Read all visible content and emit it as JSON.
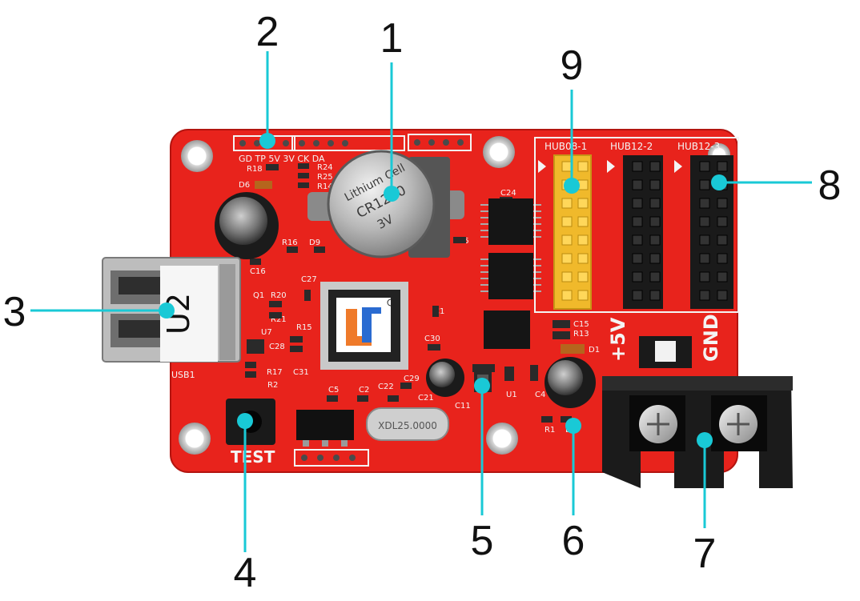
{
  "callouts": [
    {
      "number": "1"
    },
    {
      "number": "2"
    },
    {
      "number": "3"
    },
    {
      "number": "4"
    },
    {
      "number": "5"
    },
    {
      "number": "6"
    },
    {
      "number": "7"
    },
    {
      "number": "8"
    },
    {
      "number": "9"
    }
  ],
  "board": {
    "battery": {
      "line1": "Lithium Cell",
      "line2": "CR1220",
      "line3": "3V"
    },
    "usb_label": "U2",
    "usb_silk": "USB1",
    "test_label": "TEST",
    "crystal_label": "XDL25.0000",
    "hub_labels": [
      "HUB08-1",
      "HUB12-2",
      "HUB12-3"
    ],
    "plus5v_label": "+5V",
    "gnd_label": "GND",
    "header_pins_label": "GD  TP  5V   3V  CK  DA",
    "component_labels": [
      "R18",
      "D6",
      "R24",
      "R25",
      "R14",
      "R16",
      "D9",
      "C16",
      "C27",
      "Q1",
      "R20",
      "R21",
      "U7",
      "R15",
      "C28",
      "R17",
      "R2",
      "C31",
      "C30",
      "C5",
      "C2",
      "C22",
      "C29",
      "C21",
      "C11",
      "C24",
      "C25",
      "C15",
      "R13",
      "D1",
      "U1",
      "C4",
      "R1",
      "D",
      "C1"
    ]
  },
  "colors": {
    "pcb": "#e8231c",
    "pcb_dark": "#c51a14",
    "callout_line": "#19c9d6",
    "hub08_pins": "#f5c542",
    "hub12_pins": "#1a1a1a",
    "terminal": "#1b1b1b"
  }
}
